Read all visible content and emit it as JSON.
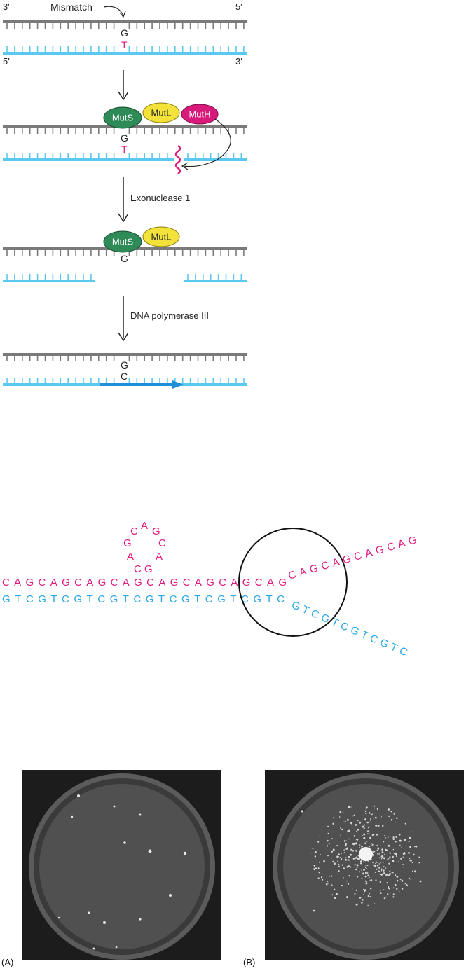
{
  "colors": {
    "top_strand": "#7a7a7a",
    "bottom_strand": "#5bc8ef",
    "magenta": "#e0197d",
    "blue_seq": "#2aa7e6",
    "new_synthesis": "#1e8fd8",
    "muts": "#2e8b57",
    "mutl": "#f2e23a",
    "muth": "#d81b7a",
    "plate_bg": "#1c1c1c"
  },
  "repair": {
    "end_3_top": "3′",
    "end_5_top": "5′",
    "end_5_bottom": "5′",
    "end_3_bottom": "3′",
    "mismatch_label": "Mismatch",
    "base_g": "G",
    "base_t": "T",
    "base_c": "C",
    "muts": "MutS",
    "mutl": "MutL",
    "muth": "MutH",
    "step_exonuclease": "Exonuclease 1",
    "step_polymerase": "DNA polymerase III"
  },
  "slippage": {
    "top_seq": "CAGCAGCAGCAGCAGCAGCAGCAG",
    "bottom_seq": "GTCGTCGTCGTCGTCGTCGTCGTC",
    "loop_bases": [
      "C",
      "G",
      "A",
      "G",
      "C",
      "A",
      "G",
      "C",
      "A"
    ],
    "top_tail": "CAGCAGCAGCAG",
    "bottom_tail": "GTCGTCGTCGTC"
  },
  "plates": {
    "label_a": "(A)",
    "label_b": "(B)"
  }
}
